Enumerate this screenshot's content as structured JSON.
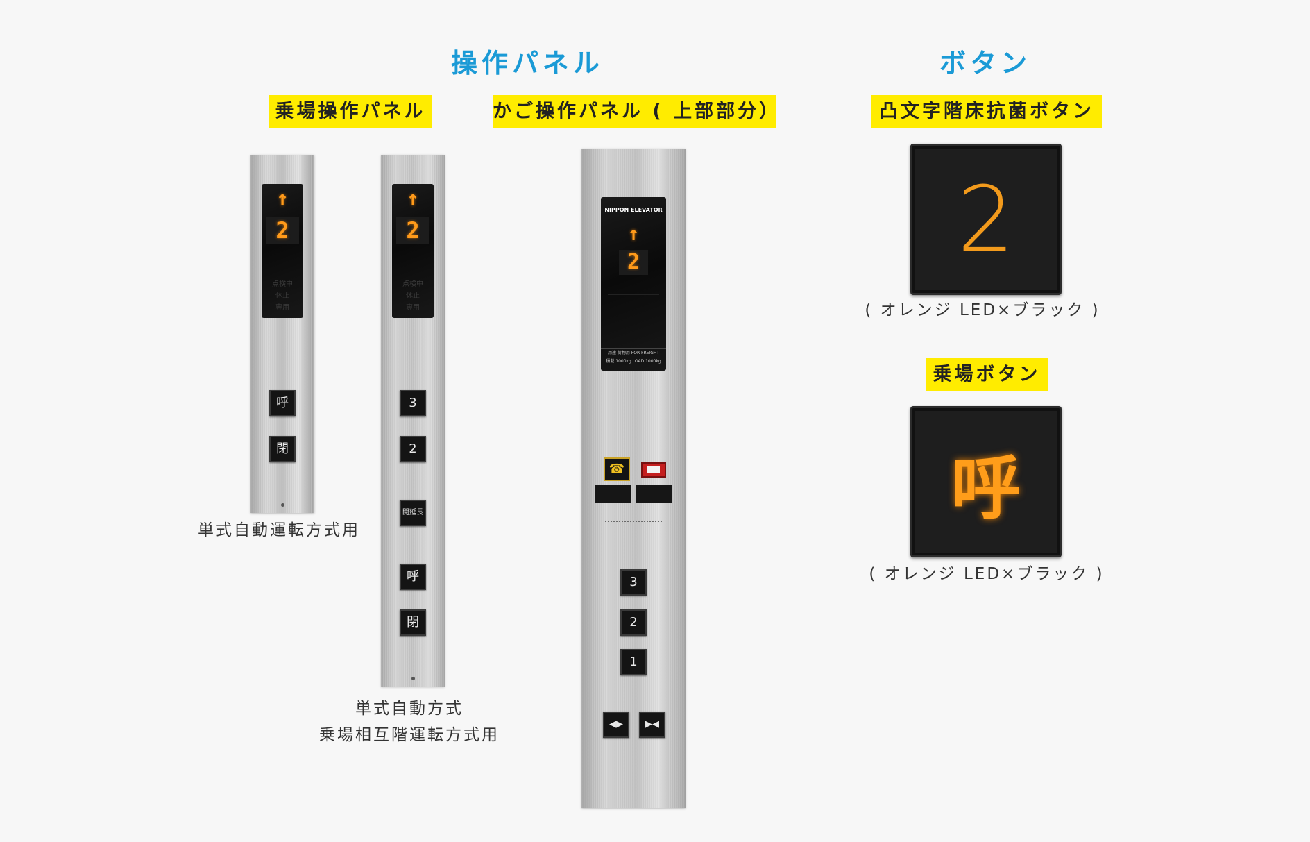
{
  "headings": {
    "panel": "操作パネル",
    "button": "ボタン"
  },
  "tags": {
    "hall_panel": "乗場操作パネル",
    "car_panel": "かご操作パネル ( 上部部分）",
    "braille_button": "凸文字階床抗菌ボタン",
    "hall_button": "乗場ボタン"
  },
  "captions": {
    "panel1": "単式自動運転方式用",
    "panel2_line1": "単式自動方式",
    "panel2_line2": "乗場相互階運転方式用",
    "braille_note": "( オレンジ LED×ブラック )",
    "hall_note": "( オレンジ LED×ブラック )"
  },
  "hall_panel_1": {
    "arrow": "↑",
    "floor": "2",
    "status": [
      "点検中",
      "休止",
      "専用"
    ],
    "buttons": [
      "呼",
      "閉"
    ]
  },
  "hall_panel_2": {
    "arrow": "↑",
    "floor": "2",
    "status": [
      "点検中",
      "休止",
      "専用"
    ],
    "buttons": [
      "3",
      "2",
      "開延長",
      "呼",
      "閉"
    ]
  },
  "car_panel": {
    "brand": "NIPPON ELEVATOR",
    "arrow": "↑",
    "floor": "2",
    "info": [
      "用途 荷物用  FOR FREIGHT",
      "積載 1000kg  LOAD 1000kg"
    ],
    "floor_buttons": [
      "3",
      "2",
      "1"
    ],
    "door_buttons": [
      "◀▶",
      "▶◀"
    ],
    "phone_icon": "☎"
  },
  "big_buttons": {
    "floor_digit": "2",
    "call_kanji": "呼"
  },
  "colors": {
    "heading_blue": "#1a9ad6",
    "tag_yellow": "#ffec00",
    "led_orange": "#ff9a1a"
  }
}
